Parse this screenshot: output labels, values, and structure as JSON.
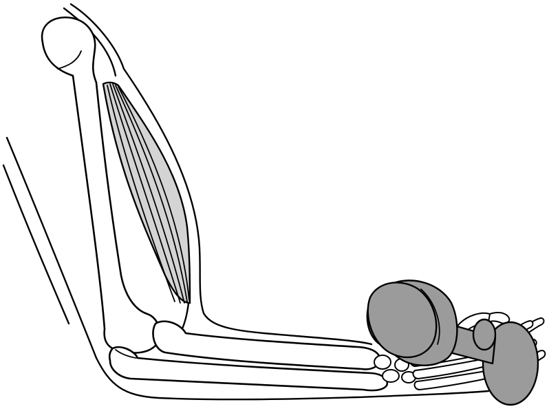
{
  "colors": {
    "background": "#ffffff",
    "line": "#000000",
    "muscle_fill": "#d4d4d4",
    "dumbbell_fill": "#9b9b9b",
    "bone_fill": "#ffffff"
  },
  "parts": [
    "humerus",
    "biceps-muscle",
    "radius",
    "ulna",
    "hand-bones",
    "dumbbell",
    "arm-outline"
  ]
}
